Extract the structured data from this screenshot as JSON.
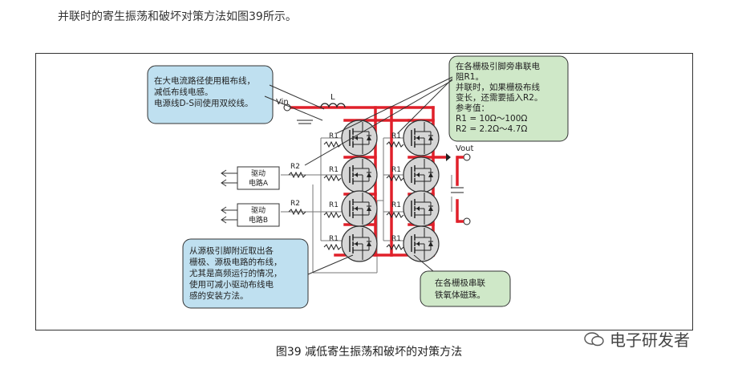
{
  "intro_text": "并联时的寄生振荡和破坏对策方法如图39所示。",
  "caption": "图39  减低寄生振荡和破坏的对策方法",
  "watermark": "电子研发者",
  "callouts": {
    "top_left": [
      "在大电流路径使用粗布线，",
      "减低布线电感。",
      "电源线D-S间使用双绞线。"
    ],
    "top_right": [
      "在各栅极引脚旁串联电",
      "阻R1。",
      "并联时，如果栅极布线",
      "变长，还需要插入R2。",
      "参考值：",
      "R1 = 10Ω～100Ω",
      "R2 = 2.2Ω～4.7Ω"
    ],
    "bottom_left": [
      "从源极引脚附近取出各",
      "栅极、源极电路的布线，",
      "尤其是高频运行的情况，",
      "使用可减小驱动布线电",
      "感的安装方法。"
    ],
    "bottom_right": [
      "在各栅极串联",
      "铁氧体磁珠。"
    ]
  },
  "labels": {
    "vin": "Vin",
    "vout": "Vout",
    "inductor": "L",
    "r1": "R1",
    "r2": "R2",
    "driver_a": [
      "驱动",
      "电路A"
    ],
    "driver_b": [
      "驱动",
      "电路B"
    ]
  },
  "colors": {
    "callout_blue": "#bfe0f0",
    "callout_green": "#cfe8c8",
    "power_trace": "#e0202a",
    "transistor_fill": "#d6d6d6"
  }
}
